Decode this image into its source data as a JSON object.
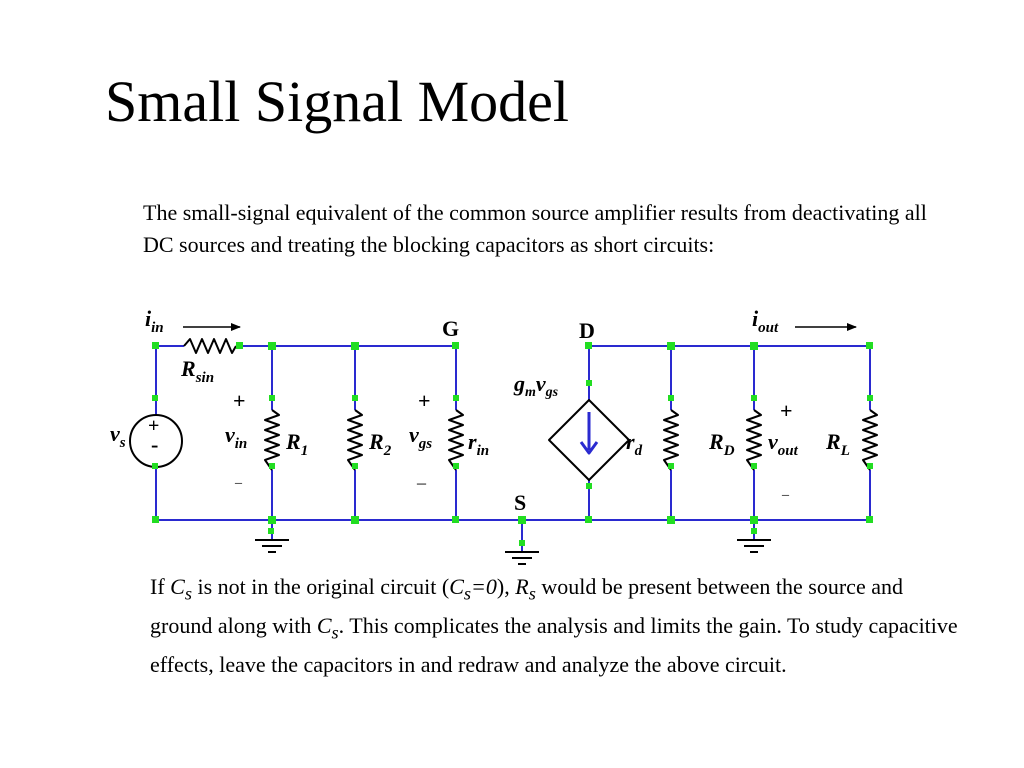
{
  "title": "Small Signal Model",
  "intro": "The small-signal equivalent of the common source amplifier results from deactivating all DC sources and treating the blocking capacitors as short circuits:",
  "footer": {
    "p1": "If ",
    "cs1": "C",
    "cs1_sub": "s",
    "p2": " is not in the original circuit (",
    "cs2": "C",
    "cs2_sub": "s",
    "cs2_eq": "=0",
    "p3": "), ",
    "rs": "R",
    "rs_sub": "s",
    "p4": " would be present between the source and ground along with ",
    "cs3": "C",
    "cs3_sub": "s",
    "p5": ".  This complicates the analysis and limits the gain.  To study capacitive effects, leave the capacitors in and redraw and analyze the above circuit."
  },
  "circuit": {
    "colors": {
      "wire": "#2a2ad0",
      "node": "#22dd22",
      "component": "#000000"
    },
    "node_G": "G",
    "node_D": "D",
    "node_S": "S",
    "i_in": {
      "main": "i",
      "sub": "in"
    },
    "i_out": {
      "main": "i",
      "sub": "out"
    },
    "R_sin": {
      "main": "R",
      "sub": "sin"
    },
    "v_s": {
      "main": "v",
      "sub": "s"
    },
    "src_plus": "+",
    "src_minus": "-",
    "v_in": {
      "main": "v",
      "sub": "in",
      "plus": "+",
      "minus": "_"
    },
    "R_1": {
      "main": "R",
      "sub": "1"
    },
    "R_2": {
      "main": "R",
      "sub": "2"
    },
    "v_gs": {
      "main": "v",
      "sub": "gs",
      "plus": "+",
      "minus": "_"
    },
    "r_in": {
      "main": "r",
      "sub": "in"
    },
    "gm_vgs": {
      "g": "g",
      "m": "m",
      "v": "v",
      "gs": "gs"
    },
    "r_d": {
      "main": "r",
      "sub": "d"
    },
    "R_D": {
      "main": "R",
      "sub": "D"
    },
    "v_out": {
      "main": "v",
      "sub": "out",
      "plus": "+",
      "minus": "_"
    },
    "R_L": {
      "main": "R",
      "sub": "L"
    }
  }
}
